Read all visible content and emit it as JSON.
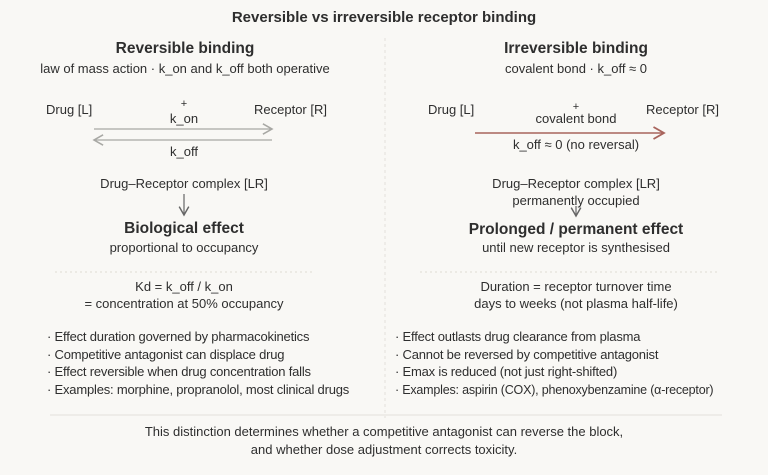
{
  "title": "Reversible vs irreversible receptor binding",
  "left": {
    "heading": "Reversible binding",
    "subtitle": "law of mass action · k_on and k_off both operative",
    "drug": "Drug [L]",
    "receptor": "Receptor [R]",
    "plus": "+",
    "forward_label": "k_on",
    "reverse_label": "k_off",
    "complex": "Drug–Receptor complex [LR]",
    "effect_heading": "Biological effect",
    "effect_sub": "proportional to occupancy",
    "formula_1": "Kd = k_off / k_on",
    "formula_2": "= concentration at 50% occupancy",
    "bullets": [
      "· Effect duration governed by pharmacokinetics",
      "· Competitive antagonist can displace drug",
      "· Effect reversible when drug concentration falls",
      "· Examples: morphine, propranolol, most clinical drugs"
    ]
  },
  "right": {
    "heading": "Irreversible binding",
    "subtitle": "covalent bond · k_off ≈ 0",
    "drug": "Drug [L]",
    "receptor": "Receptor [R]",
    "plus": "+",
    "forward_label": "covalent bond",
    "reverse_label": "k_off ≈ 0 (no reversal)",
    "complex": "Drug–Receptor complex [LR]",
    "complex_sub": "permanently occupied",
    "effect_heading": "Prolonged / permanent effect",
    "effect_sub": "until new receptor is synthesised",
    "formula_1": "Duration = receptor turnover time",
    "formula_2": "days to weeks (not plasma half-life)",
    "bullets": [
      "· Effect outlasts drug clearance from plasma",
      "· Cannot be reversed by competitive antagonist",
      "· Emax is reduced (not just right-shifted)",
      "· Examples: aspirin (COX), phenoxybenzamine (α-receptor)"
    ]
  },
  "footer": {
    "line_1": "This distinction determines whether a competitive antagonist can reverse the block,",
    "line_2": "and whether dose adjustment corrects toxicity."
  },
  "colors": {
    "irreversible_arrow": "#a8645c",
    "reversible_arrow": "#a8a8a4"
  }
}
